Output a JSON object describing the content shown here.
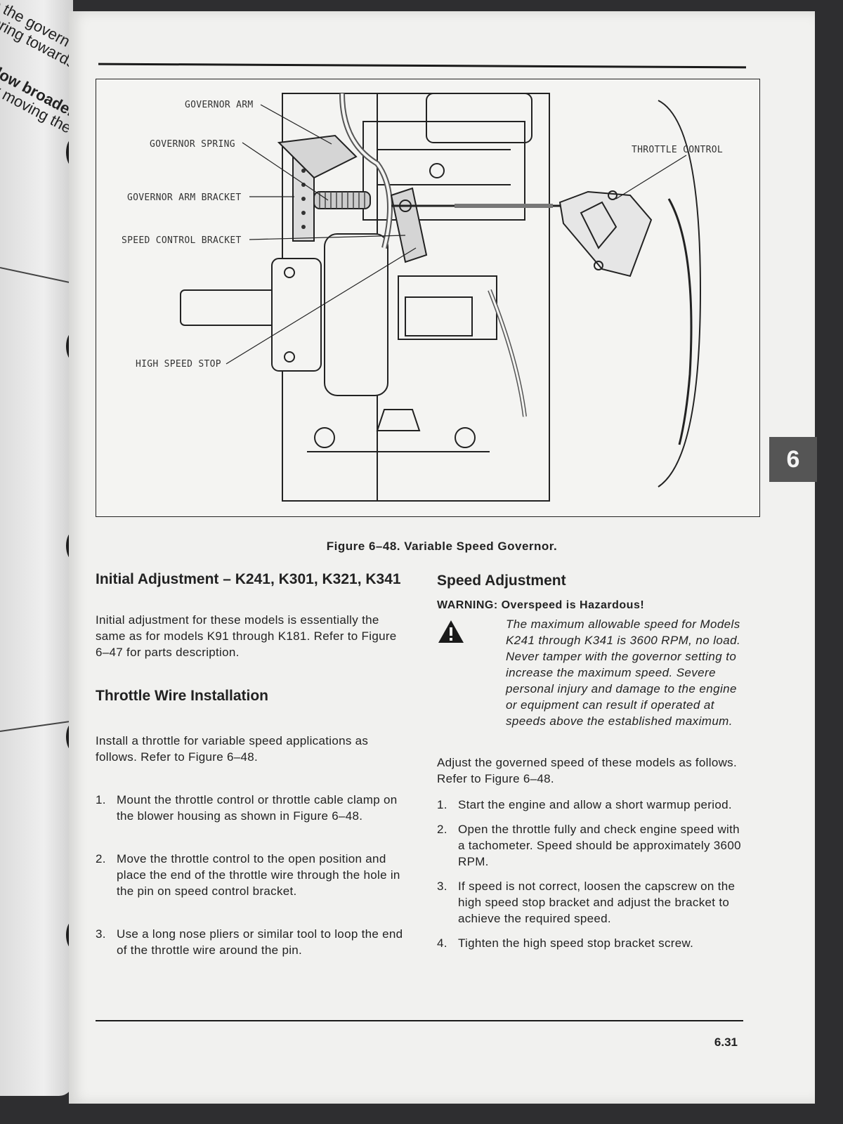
{
  "left_page": {
    "fragments": [
      "e the govern",
      "pring towards",
      "llow broader",
      "y moving the"
    ]
  },
  "figure": {
    "labels": {
      "governor_arm": "GOVERNOR ARM",
      "governor_spring": "GOVERNOR SPRING",
      "governor_arm_bracket": "GOVERNOR ARM BRACKET",
      "speed_control_bracket": "SPEED CONTROL BRACKET",
      "high_speed_stop": "HIGH SPEED STOP",
      "throttle_control": "THROTTLE CONTROL"
    },
    "caption": "Figure 6–48. Variable Speed Governor."
  },
  "tab": {
    "label": "6"
  },
  "left_column": {
    "heading1": "Initial Adjustment – K241, K301, K321, K341",
    "para1": "Initial adjustment for these models is essentially the same as for models K91 through K181. Refer to Figure 6–47 for parts description.",
    "heading2": "Throttle Wire Installation",
    "para2": "Install a throttle for variable speed applications as follows. Refer to Figure 6–48.",
    "steps": [
      {
        "num": "1.",
        "text": "Mount the throttle control or throttle cable clamp on the blower housing as shown in Figure 6–48."
      },
      {
        "num": "2.",
        "text": "Move the throttle control to the open position and place the end of the throttle wire through the hole in the pin on speed control bracket."
      },
      {
        "num": "3.",
        "text": "Use a long nose pliers or similar tool to loop the end of the throttle wire around the pin."
      }
    ]
  },
  "right_column": {
    "heading": "Speed Adjustment",
    "warning_title": "WARNING: Overspeed is Hazardous!",
    "warning_text": "The maximum allowable speed for Models K241 through K341 is 3600 RPM, no load. Never tamper with the governor setting to increase the maximum speed. Severe personal injury and damage to the engine or equipment can result if operated at speeds above the established maximum.",
    "intro": "Adjust the governed speed of these models as follows. Refer to Figure 6–48.",
    "steps": [
      {
        "num": "1.",
        "text": "Start the engine and allow a short warmup period."
      },
      {
        "num": "2.",
        "text": "Open the throttle fully and check engine speed with a tachometer. Speed should be approximately 3600 RPM."
      },
      {
        "num": "3.",
        "text": "If speed is not correct, loosen the capscrew on the high speed stop bracket and adjust the bracket to achieve the required speed."
      },
      {
        "num": "4.",
        "text": "Tighten the high speed stop bracket screw."
      }
    ]
  },
  "footer": {
    "page_number": "6.31"
  }
}
